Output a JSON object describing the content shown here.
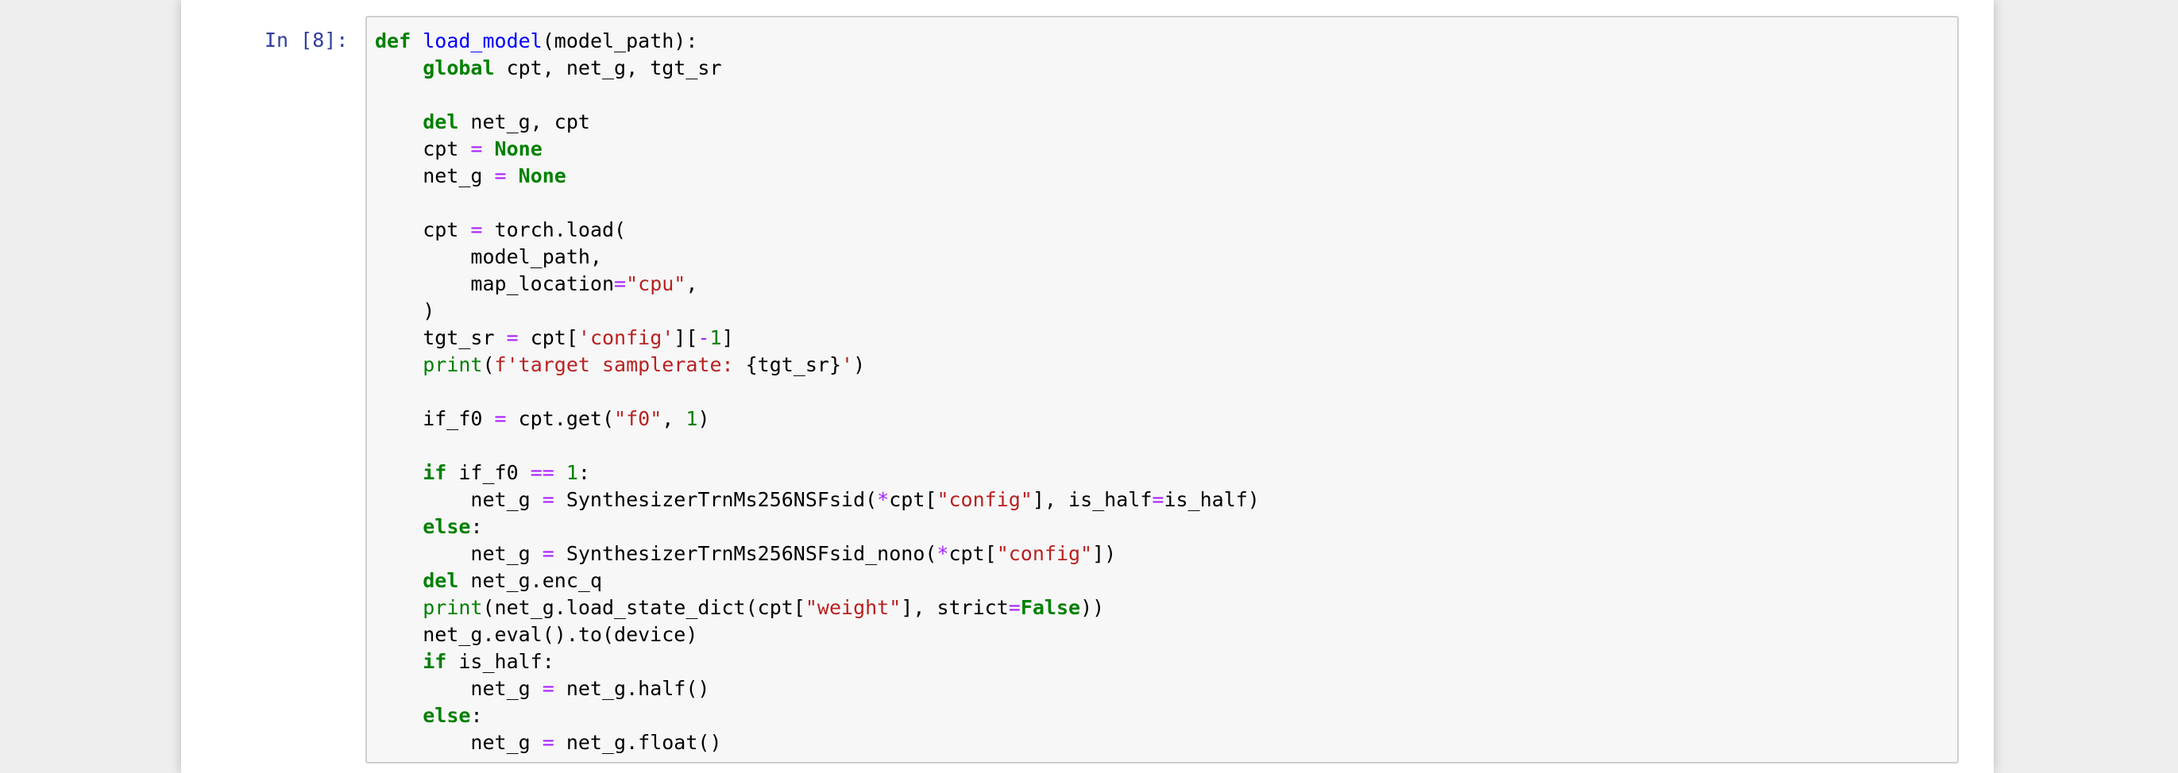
{
  "cell": {
    "prompt": "In [8]:",
    "lines": [
      [
        {
          "t": "kw",
          "v": "def"
        },
        {
          "t": "plain",
          "v": " "
        },
        {
          "t": "def",
          "v": "load_model"
        },
        {
          "t": "plain",
          "v": "(model_path):"
        }
      ],
      [
        {
          "t": "plain",
          "v": "    "
        },
        {
          "t": "kw",
          "v": "global"
        },
        {
          "t": "plain",
          "v": " cpt, net_g, tgt_sr"
        }
      ],
      [],
      [
        {
          "t": "plain",
          "v": "    "
        },
        {
          "t": "kw",
          "v": "del"
        },
        {
          "t": "plain",
          "v": " net_g, cpt"
        }
      ],
      [
        {
          "t": "plain",
          "v": "    cpt "
        },
        {
          "t": "op",
          "v": "="
        },
        {
          "t": "plain",
          "v": " "
        },
        {
          "t": "kw",
          "v": "None"
        }
      ],
      [
        {
          "t": "plain",
          "v": "    net_g "
        },
        {
          "t": "op",
          "v": "="
        },
        {
          "t": "plain",
          "v": " "
        },
        {
          "t": "kw",
          "v": "None"
        }
      ],
      [],
      [
        {
          "t": "plain",
          "v": "    cpt "
        },
        {
          "t": "op",
          "v": "="
        },
        {
          "t": "plain",
          "v": " torch.load("
        }
      ],
      [
        {
          "t": "plain",
          "v": "        model_path,"
        }
      ],
      [
        {
          "t": "plain",
          "v": "        map_location"
        },
        {
          "t": "op",
          "v": "="
        },
        {
          "t": "str",
          "v": "\"cpu\""
        },
        {
          "t": "plain",
          "v": ","
        }
      ],
      [
        {
          "t": "plain",
          "v": "    )"
        }
      ],
      [
        {
          "t": "plain",
          "v": "    tgt_sr "
        },
        {
          "t": "op",
          "v": "="
        },
        {
          "t": "plain",
          "v": " cpt["
        },
        {
          "t": "str",
          "v": "'config'"
        },
        {
          "t": "plain",
          "v": "]["
        },
        {
          "t": "op",
          "v": "-"
        },
        {
          "t": "num",
          "v": "1"
        },
        {
          "t": "plain",
          "v": "]"
        }
      ],
      [
        {
          "t": "plain",
          "v": "    "
        },
        {
          "t": "bi",
          "v": "print"
        },
        {
          "t": "plain",
          "v": "("
        },
        {
          "t": "str",
          "v": "f'target samplerate: "
        },
        {
          "t": "plain",
          "v": "{tgt_sr}"
        },
        {
          "t": "str",
          "v": "'"
        },
        {
          "t": "plain",
          "v": ")"
        }
      ],
      [],
      [
        {
          "t": "plain",
          "v": "    if_f0 "
        },
        {
          "t": "op",
          "v": "="
        },
        {
          "t": "plain",
          "v": " cpt.get("
        },
        {
          "t": "str",
          "v": "\"f0\""
        },
        {
          "t": "plain",
          "v": ", "
        },
        {
          "t": "num",
          "v": "1"
        },
        {
          "t": "plain",
          "v": ")"
        }
      ],
      [],
      [
        {
          "t": "plain",
          "v": "    "
        },
        {
          "t": "kw",
          "v": "if"
        },
        {
          "t": "plain",
          "v": " if_f0 "
        },
        {
          "t": "op",
          "v": "=="
        },
        {
          "t": "plain",
          "v": " "
        },
        {
          "t": "num",
          "v": "1"
        },
        {
          "t": "plain",
          "v": ":"
        }
      ],
      [
        {
          "t": "plain",
          "v": "        net_g "
        },
        {
          "t": "op",
          "v": "="
        },
        {
          "t": "plain",
          "v": " SynthesizerTrnMs256NSFsid("
        },
        {
          "t": "op",
          "v": "*"
        },
        {
          "t": "plain",
          "v": "cpt["
        },
        {
          "t": "str",
          "v": "\"config\""
        },
        {
          "t": "plain",
          "v": "], is_half"
        },
        {
          "t": "op",
          "v": "="
        },
        {
          "t": "plain",
          "v": "is_half)"
        }
      ],
      [
        {
          "t": "plain",
          "v": "    "
        },
        {
          "t": "kw",
          "v": "else"
        },
        {
          "t": "plain",
          "v": ":"
        }
      ],
      [
        {
          "t": "plain",
          "v": "        net_g "
        },
        {
          "t": "op",
          "v": "="
        },
        {
          "t": "plain",
          "v": " SynthesizerTrnMs256NSFsid_nono("
        },
        {
          "t": "op",
          "v": "*"
        },
        {
          "t": "plain",
          "v": "cpt["
        },
        {
          "t": "str",
          "v": "\"config\""
        },
        {
          "t": "plain",
          "v": "])"
        }
      ],
      [
        {
          "t": "plain",
          "v": "    "
        },
        {
          "t": "kw",
          "v": "del"
        },
        {
          "t": "plain",
          "v": " net_g.enc_q"
        }
      ],
      [
        {
          "t": "plain",
          "v": "    "
        },
        {
          "t": "bi",
          "v": "print"
        },
        {
          "t": "plain",
          "v": "(net_g.load_state_dict(cpt["
        },
        {
          "t": "str",
          "v": "\"weight\""
        },
        {
          "t": "plain",
          "v": "], strict"
        },
        {
          "t": "op",
          "v": "="
        },
        {
          "t": "kw",
          "v": "False"
        },
        {
          "t": "plain",
          "v": "))"
        }
      ],
      [
        {
          "t": "plain",
          "v": "    net_g.eval().to(device)"
        }
      ],
      [
        {
          "t": "plain",
          "v": "    "
        },
        {
          "t": "kw",
          "v": "if"
        },
        {
          "t": "plain",
          "v": " is_half:"
        }
      ],
      [
        {
          "t": "plain",
          "v": "        net_g "
        },
        {
          "t": "op",
          "v": "="
        },
        {
          "t": "plain",
          "v": " net_g.half()"
        }
      ],
      [
        {
          "t": "plain",
          "v": "    "
        },
        {
          "t": "kw",
          "v": "else"
        },
        {
          "t": "plain",
          "v": ":"
        }
      ],
      [
        {
          "t": "plain",
          "v": "        net_g "
        },
        {
          "t": "op",
          "v": "="
        },
        {
          "t": "plain",
          "v": " net_g.float()"
        }
      ]
    ]
  }
}
